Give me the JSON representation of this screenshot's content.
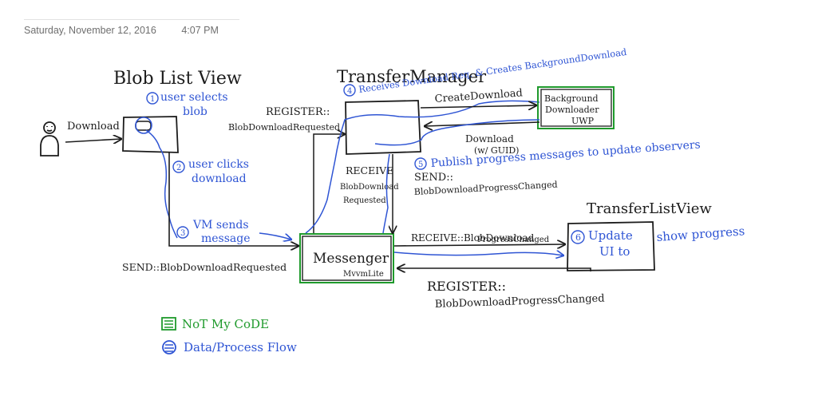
{
  "timestamp": {
    "date": "Saturday, November 12, 2016",
    "time": "4:07 PM"
  },
  "colors": {
    "ink": "#1c1c1c",
    "flow": "#2f55d4",
    "not_my_code": "#1f9a2c"
  },
  "labels": {
    "blob_list_view": "Blob List View",
    "transfer_manager": "TransferManager",
    "transfer_list_view": "TransferListView",
    "download": "Download",
    "background_downloader_1": "Background",
    "background_downloader_2": "Downloader",
    "background_downloader_3": "UWP",
    "messenger_1": "Messenger",
    "messenger_2": "MvvmLite",
    "register_blob_download_requested_1": "REGISTER::",
    "register_blob_download_requested_2": "BlobDownloadRequested",
    "create_download": "CreateDownload",
    "download_w_guid_1": "Download",
    "download_w_guid_2": "(w/ GUID)",
    "receive_blob_download_requested_1": "RECEIVE",
    "receive_blob_download_requested_2": "BlobDownload",
    "receive_blob_download_requested_3": "Requested",
    "send_progress_changed_1": "SEND::",
    "send_progress_changed_2": "BlobDownloadProgressChanged",
    "receive_progress_changed_1": "RECEIVE::BlobDownload",
    "receive_progress_changed_2": "ProgressChanged",
    "register_progress_changed_1": "REGISTER::",
    "register_progress_changed_2": "BlobDownloadProgressChanged",
    "send_blob_download_requested": "SEND::BlobDownloadRequested"
  },
  "steps": {
    "s1_num": "1",
    "s1_a": "user selects",
    "s1_b": "blob",
    "s2_num": "2",
    "s2_a": "user clicks",
    "s2_b": "download",
    "s3_num": "3",
    "s3_a": "VM sends",
    "s3_b": "message",
    "s4_num": "4",
    "s4_text": "Receives Download Req. & Creates BackgroundDownload",
    "s5_num": "5",
    "s5_text": "Publish progress messages to update observers",
    "s6_num": "6",
    "s6_a": "Update",
    "s6_b": "UI to",
    "s6_c": "show progress"
  },
  "legend": {
    "not_my_code": "NoT My CoDE",
    "flow": "Data/Process Flow"
  }
}
